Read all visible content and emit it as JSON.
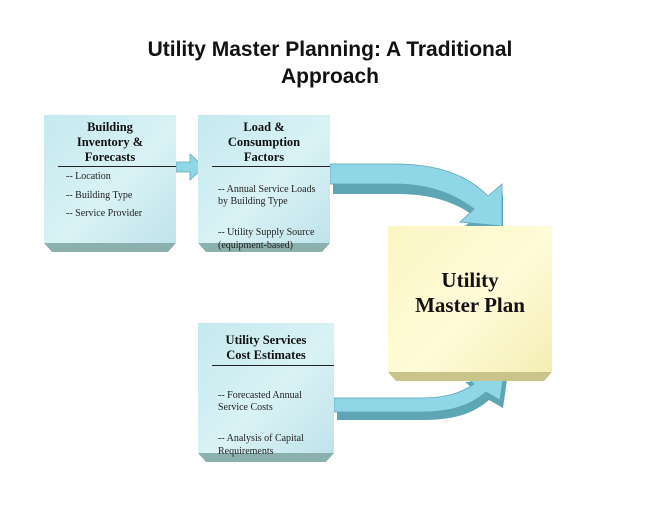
{
  "title": {
    "line1": "Utility Master Planning: A Traditional",
    "line2": "Approach"
  },
  "boxes": {
    "building": {
      "title_lines": [
        "Building",
        "Inventory &",
        "Forecasts"
      ],
      "items": [
        "-- Location",
        "-- Building Type",
        "-- Service Provider"
      ]
    },
    "load": {
      "title_lines": [
        "Load &",
        "Consumption",
        "Factors"
      ],
      "items": [
        "-- Annual  Service Loads\n   by Building Type",
        "-- Utility Supply Source\n   (equipment-based)"
      ]
    },
    "cost": {
      "title_lines": [
        "Utility Services",
        "Cost Estimates"
      ],
      "items": [
        "-- Forecasted Annual\n   Service Costs",
        "-- Analysis of Capital\n   Requirements"
      ]
    }
  },
  "master_plan": {
    "title_lines": [
      "Utility",
      "Master Plan"
    ]
  },
  "colors": {
    "box_fill": "#cfeef3",
    "box_shadow": "#7fa9a8",
    "master_fill": "#fdf8c6",
    "master_shadow": "#c9c48a",
    "arrow_fill": "#8fd6e6",
    "arrow_shadow": "#5fa6b4"
  }
}
